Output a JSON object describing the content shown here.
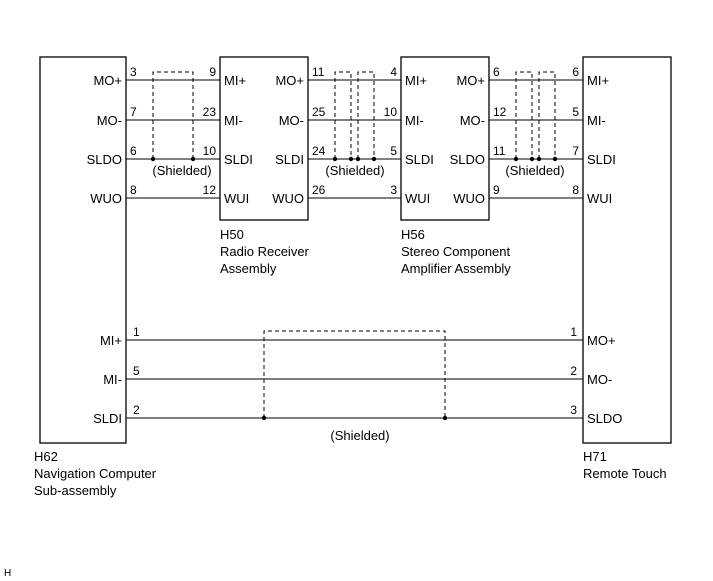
{
  "components": {
    "h62": {
      "code": "H62",
      "name_lines": [
        "Navigation Computer",
        "Sub-assembly"
      ]
    },
    "h50": {
      "code": "H50",
      "name_lines": [
        "Radio Receiver",
        "Assembly"
      ]
    },
    "h56": {
      "code": "H56",
      "name_lines": [
        "Stereo Component",
        "Amplifier Assembly"
      ]
    },
    "h71": {
      "code": "H71",
      "name_lines": [
        "Remote Touch"
      ]
    }
  },
  "shield_label": "(Shielded)",
  "figure_tag": "H",
  "bus_rows": [
    {
      "h62_label": "MO+",
      "h62_pin": "3",
      "h50_in_pin": "9",
      "h50_in_label": "MI+",
      "h50_out_label": "MO+",
      "h50_out_pin": "11",
      "h56_in_pin": "4",
      "h56_in_label": "MI+",
      "h56_out_label": "MO+",
      "h56_out_pin": "6",
      "h71_pin": "6",
      "h71_label": "MI+"
    },
    {
      "h62_label": "MO-",
      "h62_pin": "7",
      "h50_in_pin": "23",
      "h50_in_label": "MI-",
      "h50_out_label": "MO-",
      "h50_out_pin": "25",
      "h56_in_pin": "10",
      "h56_in_label": "MI-",
      "h56_out_label": "MO-",
      "h56_out_pin": "12",
      "h71_pin": "5",
      "h71_label": "MI-"
    },
    {
      "h62_label": "SLDO",
      "h62_pin": "6",
      "h50_in_pin": "10",
      "h50_in_label": "SLDI",
      "h50_out_label": "SLDI",
      "h50_out_pin": "24",
      "h56_in_pin": "5",
      "h56_in_label": "SLDI",
      "h56_out_label": "SLDO",
      "h56_out_pin": "11",
      "h71_pin": "7",
      "h71_label": "SLDI"
    },
    {
      "h62_label": "WUO",
      "h62_pin": "8",
      "h50_in_pin": "12",
      "h50_in_label": "WUI",
      "h50_out_label": "WUO",
      "h50_out_pin": "26",
      "h56_in_pin": "3",
      "h56_in_label": "WUI",
      "h56_out_label": "WUO",
      "h56_out_pin": "9",
      "h71_pin": "8",
      "h71_label": "WUI"
    }
  ],
  "direct_rows": [
    {
      "h62_label": "MI+",
      "h62_pin": "1",
      "h71_pin": "1",
      "h71_label": "MO+"
    },
    {
      "h62_label": "MI-",
      "h62_pin": "5",
      "h71_pin": "2",
      "h71_label": "MO-"
    },
    {
      "h62_label": "SLDI",
      "h62_pin": "2",
      "h71_pin": "3",
      "h71_label": "SLDO"
    }
  ]
}
